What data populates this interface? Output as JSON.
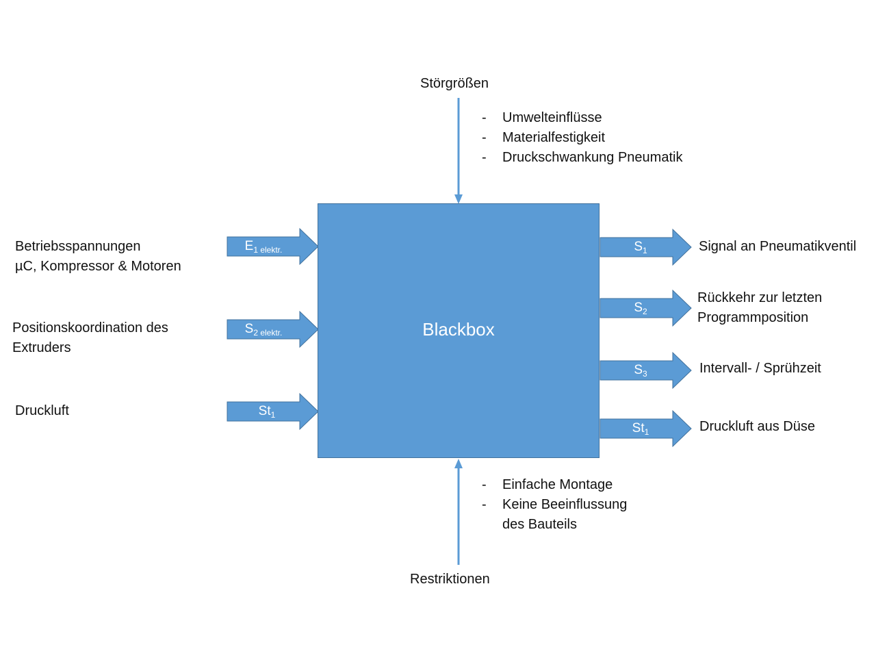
{
  "blackbox": {
    "label": "Blackbox"
  },
  "top": {
    "heading": "Störgrößen",
    "items": [
      "Umwelteinflüsse",
      "Materialfestigkeit",
      "Druckschwankung Pneumatik"
    ]
  },
  "bottom": {
    "heading": "Restriktionen",
    "items": [
      "Einfache Montage",
      "Keine Beeinflussung",
      "des Bauteils"
    ]
  },
  "inputs": [
    {
      "symbol": "E",
      "subscript": "1 elektr.",
      "desc": [
        "Betriebsspannungen",
        "µC, Kompressor & Motoren"
      ]
    },
    {
      "symbol": "S",
      "subscript": "2 elektr.",
      "desc": [
        "Positionskoordination des",
        "Extruders"
      ]
    },
    {
      "symbol": "St",
      "subscript": "1",
      "desc": [
        "Druckluft"
      ]
    }
  ],
  "outputs": [
    {
      "symbol": "S",
      "subscript": "1",
      "desc": [
        "Signal an Pneumatikventil"
      ]
    },
    {
      "symbol": "S",
      "subscript": "2",
      "desc": [
        "Rückkehr zur letzten",
        "Programmposition"
      ]
    },
    {
      "symbol": "S",
      "subscript": "3",
      "desc": [
        "Intervall- / Sprühzeit"
      ]
    },
    {
      "symbol": "St",
      "subscript": "1",
      "desc": [
        "Druckluft aus Düse"
      ]
    }
  ],
  "colors": {
    "box_fill": "#5b9bd5",
    "box_border": "#41719c",
    "arrow": "#5b9bd5"
  }
}
